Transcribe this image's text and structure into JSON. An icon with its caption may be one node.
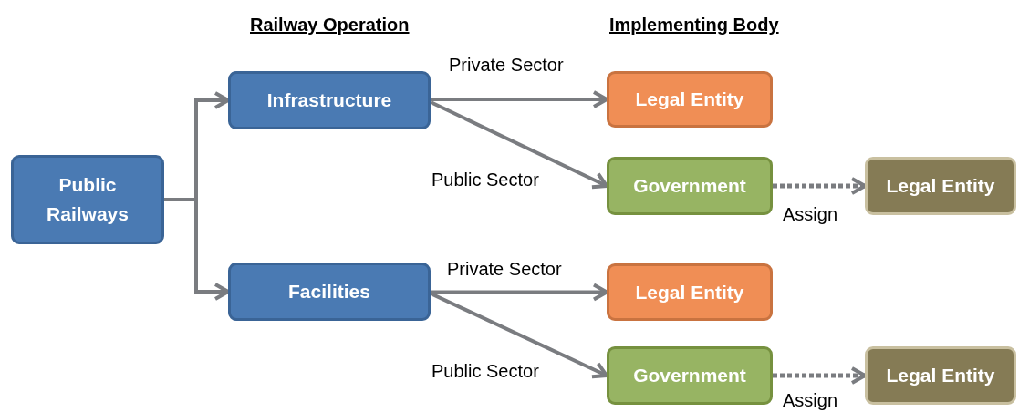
{
  "diagram": {
    "nodes": [
      {
        "text": [
          "Public Railways"
        ]
      },
      {
        "text": [
          "Infrastructure"
        ]
      },
      {
        "text": [
          "Facilities"
        ]
      },
      {
        "text": [
          "Legal Entity"
        ]
      },
      {
        "text": [
          "Government"
        ]
      },
      {
        "text": [
          "Legal Entity"
        ]
      },
      {
        "text": [
          "Legal Entity"
        ]
      },
      {
        "text": [
          "Government"
        ]
      },
      {
        "text": [
          "Legal Entity"
        ]
      }
    ],
    "edges": [
      {
        "from": 0,
        "to": 1,
        "arrow": "to"
      },
      {
        "from": 0,
        "to": 2,
        "arrow": "to"
      },
      {
        "from": 1,
        "to": 3,
        "arrow": "to",
        "label": "Private Sector"
      },
      {
        "from": 1,
        "to": 4,
        "arrow": "to",
        "label": "Public Sector"
      },
      {
        "from": 4,
        "to": 5,
        "arrow": "to",
        "label": "Assign",
        "style": "dashed"
      },
      {
        "from": 2,
        "to": 6,
        "arrow": "to",
        "label": "Private Sector"
      },
      {
        "from": 2,
        "to": 7,
        "arrow": "to",
        "label": "Public Sector"
      },
      {
        "from": 7,
        "to": 8,
        "arrow": "to",
        "label": "Assign",
        "style": "dashed"
      }
    ],
    "labels": [
      "Railway Operation",
      "Implementing Body"
    ]
  }
}
